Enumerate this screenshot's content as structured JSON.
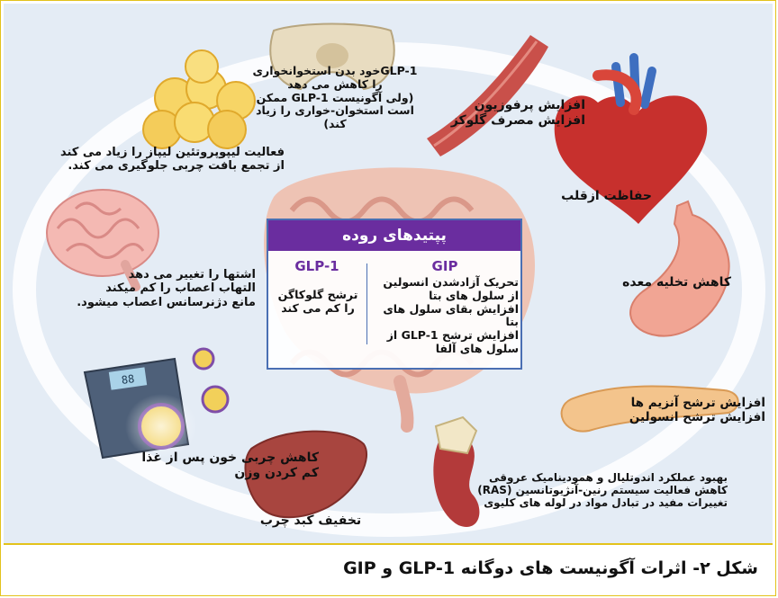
{
  "center": {
    "title": "پپتیدهای روده",
    "glp1_head": "GLP-1",
    "gip_head": "GIP",
    "glp1_lines": [
      "ترشح گلوکاگن",
      "را کم می کند"
    ],
    "gip_lines": [
      "تحریک آزادشدن انسولین",
      "از سلول های بتا",
      "افزایش بقای سلول های بتا",
      "افزایش ترشح GLP-1 از",
      "سلول های آلفا"
    ]
  },
  "labels": {
    "bone": [
      "GLP-1خود بدن استخوانخواری",
      "را کاهش می دهد",
      "(ولی آگونیست GLP-1 ممکن",
      "است استخوان-خواری را زیاد",
      "کند)"
    ],
    "muscle": [
      "افزایش پرفوزیون",
      "افزایش مصرف گلوکز"
    ],
    "fat": [
      "فعالیت لیپوپروتئین لیپاز را زیاد می کند",
      "از تجمع بافت چربی جلوگیری می کند."
    ],
    "heart": [
      "حفاظت ازقلب"
    ],
    "brain": [
      "اشتها را تغییر می دهد",
      "التهاب اعصاب را کم میکند",
      "مانع دژنرسانس اعصاب میشود."
    ],
    "stomach": [
      "کاهش تخلیه معده"
    ],
    "pancreas": [
      "افزایش ترشح آنزیم ها",
      "افزایش ترشح انسولین"
    ],
    "scale": [
      "کاهش چربی خون پس از غذا",
      "کم کردن وزن"
    ],
    "kidney": [
      "بهبود عملکرد اندوتلیال و همودینامیک عروقی",
      "کاهش فعالیت سیستم رنین-آنژیوتانسین (RAS)",
      "تغییرات مفید در تبادل مواد در لوله های کلیوی"
    ],
    "liver": [
      "تخفیف کبد چرب"
    ]
  },
  "scale_display": "88",
  "caption": "شکل ۲- اثرات آگونیست های دوگانه GLP-1 و GIP",
  "colors": {
    "background": "#e4ecf5",
    "center_header": "#6a2d9f",
    "center_border": "#4a6fb3",
    "frame_border": "#e3c21b"
  }
}
